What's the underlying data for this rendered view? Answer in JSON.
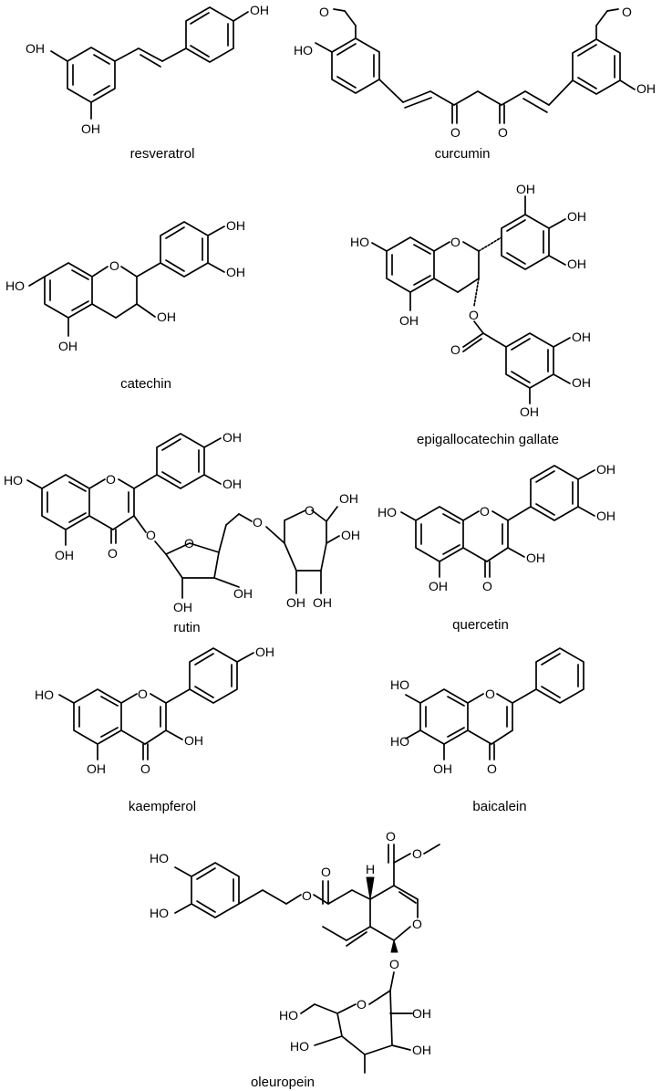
{
  "molecules": [
    {
      "id": "resveratrol",
      "name": "resveratrol",
      "substituents": [
        "OH",
        "OH",
        "OH"
      ]
    },
    {
      "id": "curcumin",
      "name": "curcumin",
      "substituents": [
        "HO",
        "O",
        "O",
        "O",
        "O",
        "OH"
      ]
    },
    {
      "id": "catechin",
      "name": "catechin",
      "substituents": [
        "HO",
        "O",
        "OH",
        "OH",
        "OH",
        "OH"
      ]
    },
    {
      "id": "egcg",
      "name": "epigallocatechin gallate",
      "substituents": [
        "HO",
        "O",
        "OH",
        "OH",
        "OH",
        "OH",
        "O",
        "O",
        "OH",
        "OH",
        "OH"
      ]
    },
    {
      "id": "rutin",
      "name": "rutin",
      "substituents": [
        "HO",
        "O",
        "OH",
        "OH",
        "OH",
        "O",
        "O",
        "O",
        "O",
        "O",
        "OH",
        "OH",
        "OH",
        "OH",
        "OH",
        "OH"
      ]
    },
    {
      "id": "quercetin",
      "name": "quercetin",
      "substituents": [
        "HO",
        "O",
        "OH",
        "OH",
        "OH",
        "OH",
        "O"
      ]
    },
    {
      "id": "kaempferol",
      "name": "kaempferol",
      "substituents": [
        "HO",
        "O",
        "OH",
        "OH",
        "OH",
        "O"
      ]
    },
    {
      "id": "baicalein",
      "name": "baicalein",
      "substituents": [
        "HO",
        "HO",
        "OH",
        "O",
        "O"
      ]
    },
    {
      "id": "oleuropein",
      "name": "oleuropein",
      "substituents": [
        "HO",
        "HO",
        "O",
        "O",
        "H",
        "O",
        "O",
        "O",
        "O",
        "HO",
        "OH",
        "OH",
        "HO",
        "O"
      ]
    }
  ]
}
